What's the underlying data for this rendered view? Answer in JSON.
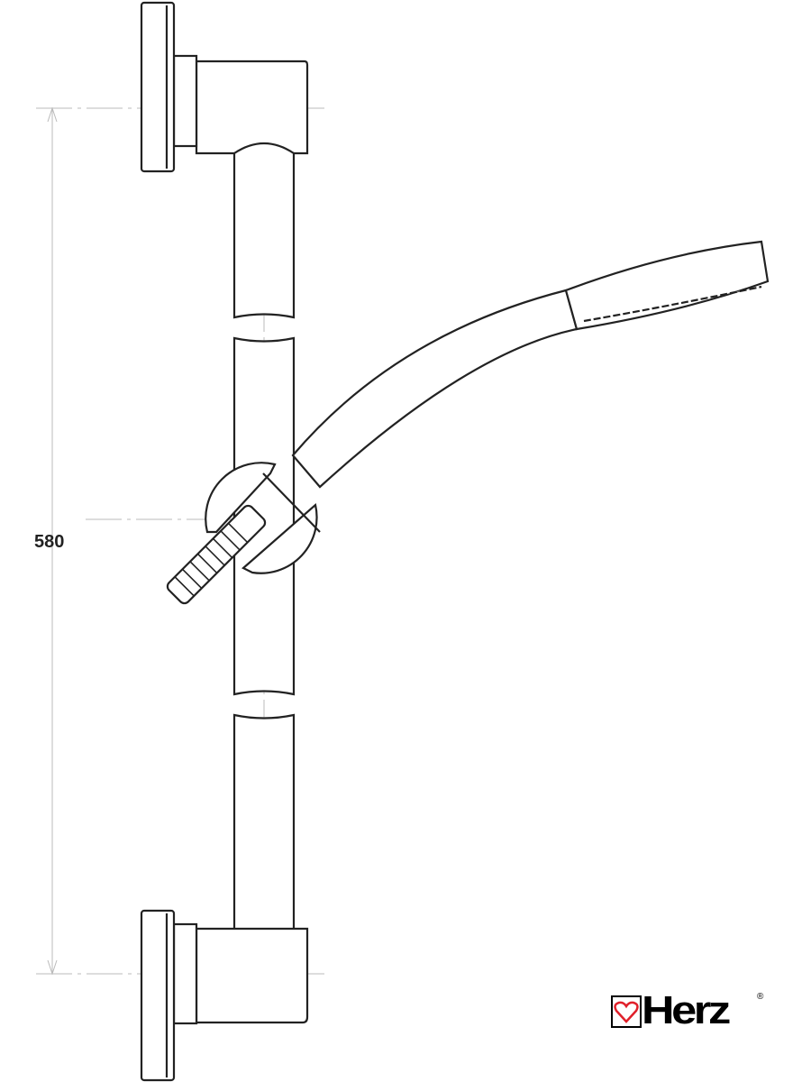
{
  "drawing": {
    "dimension_label": "580",
    "line_color": "#222222",
    "center_line_color": "#bbbbbb"
  },
  "logo": {
    "brand": "HERZ",
    "wordmark": "Herz",
    "registered": "®",
    "heart_color": "#e0202a"
  }
}
